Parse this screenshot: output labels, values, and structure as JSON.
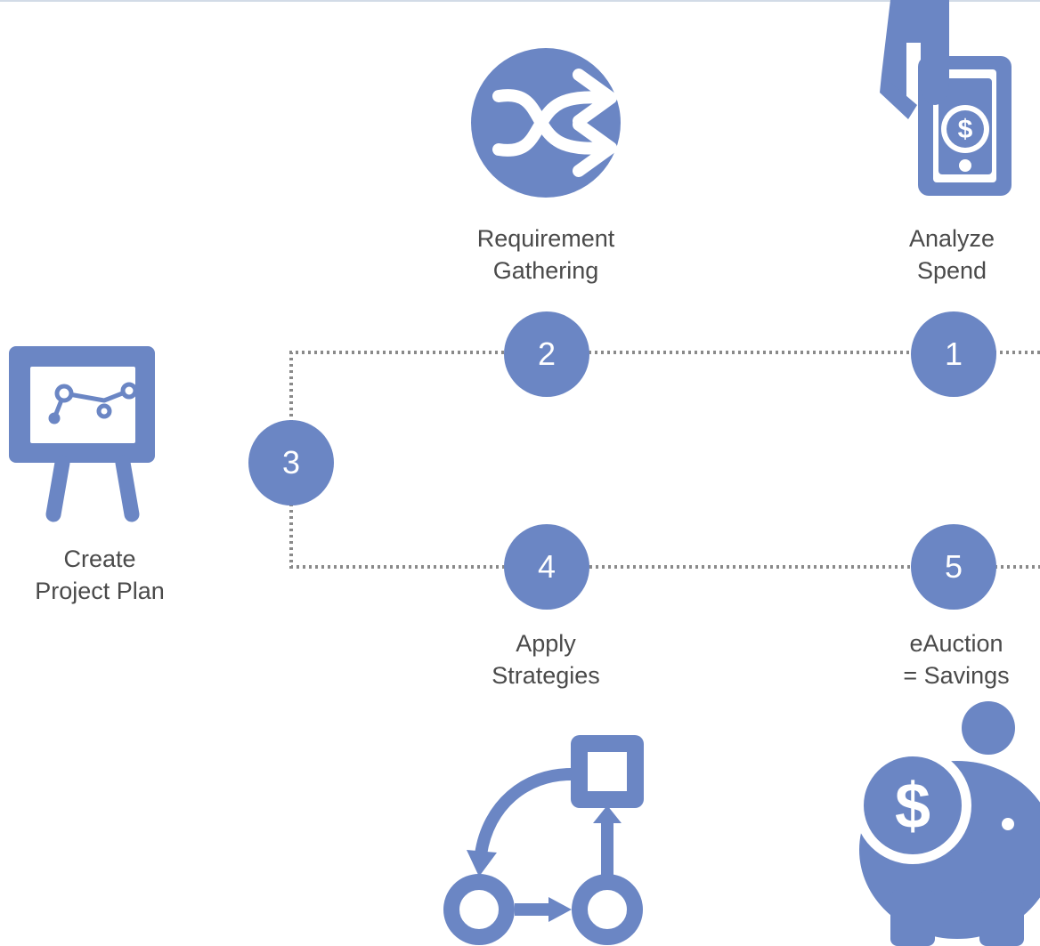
{
  "colors": {
    "accent": "#6b86c4",
    "text": "#4a4a4a",
    "connector": "#8a8a8a"
  },
  "steps": [
    {
      "number": "1",
      "label": [
        "Analyze",
        "Spend"
      ],
      "icon": "hand-money-icon"
    },
    {
      "number": "2",
      "label": [
        "Requirement",
        "Gathering"
      ],
      "icon": "shuffle-arrows-icon"
    },
    {
      "number": "3",
      "label": [
        "Create",
        "Project Plan"
      ],
      "icon": "presentation-board-icon"
    },
    {
      "number": "4",
      "label": [
        "Apply",
        "Strategies"
      ],
      "icon": "workflow-icon"
    },
    {
      "number": "5",
      "label": [
        "eAuction",
        "= Savings"
      ],
      "icon": "piggy-bank-icon"
    }
  ]
}
